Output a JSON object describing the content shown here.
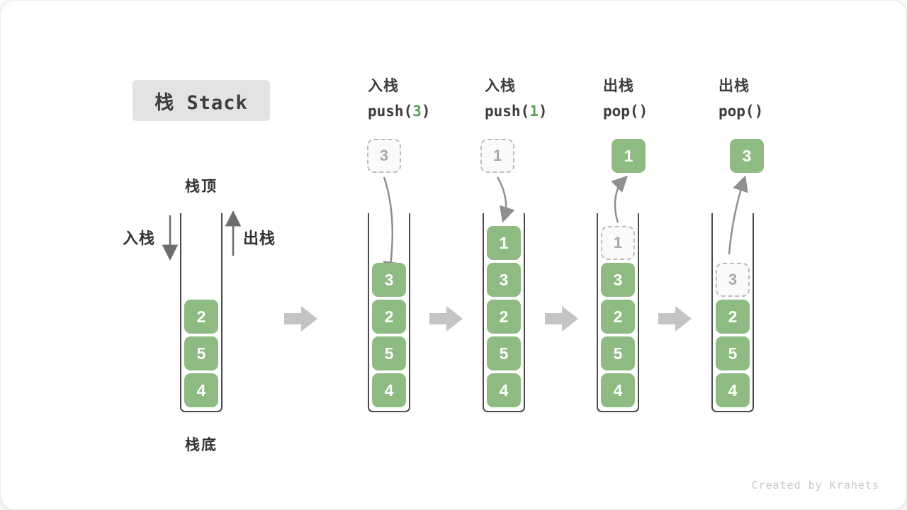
{
  "title": "栈 Stack",
  "labels": {
    "stack_top": "栈顶",
    "stack_bottom": "栈底",
    "push": "入栈",
    "pop": "出栈"
  },
  "watermark": "Created by Krahets",
  "colors": {
    "cell_green": "#8dbb81",
    "accent_green": "#56a356",
    "arrow_gray": "#8f8f8f",
    "block_arrow_gray": "#c4c4c4",
    "title_bg": "#e3e3e3",
    "ink": "#3c3c3c"
  },
  "stages": [
    {
      "id": "initial",
      "cells": [
        "2",
        "5",
        "4"
      ]
    },
    {
      "id": "push-3",
      "header": {
        "line1": "入栈",
        "code_pre": "push(",
        "code_arg": "3",
        "code_post": ")"
      },
      "floating": {
        "value": "3",
        "variant": "dashed"
      },
      "cells": [
        "3",
        "2",
        "5",
        "4"
      ]
    },
    {
      "id": "push-1",
      "header": {
        "line1": "入栈",
        "code_pre": "push(",
        "code_arg": "1",
        "code_post": ")"
      },
      "floating": {
        "value": "1",
        "variant": "dashed"
      },
      "cells": [
        "1",
        "3",
        "2",
        "5",
        "4"
      ]
    },
    {
      "id": "pop-1",
      "header": {
        "line1": "出栈",
        "code_pre": "pop()",
        "code_arg": "",
        "code_post": ""
      },
      "floating": {
        "value": "1",
        "variant": "solid"
      },
      "ghost": "1",
      "cells": [
        "3",
        "2",
        "5",
        "4"
      ]
    },
    {
      "id": "pop-3",
      "header": {
        "line1": "出栈",
        "code_pre": "pop()",
        "code_arg": "",
        "code_post": ""
      },
      "floating": {
        "value": "3",
        "variant": "solid"
      },
      "ghost": "3",
      "cells": [
        "2",
        "5",
        "4"
      ]
    }
  ]
}
